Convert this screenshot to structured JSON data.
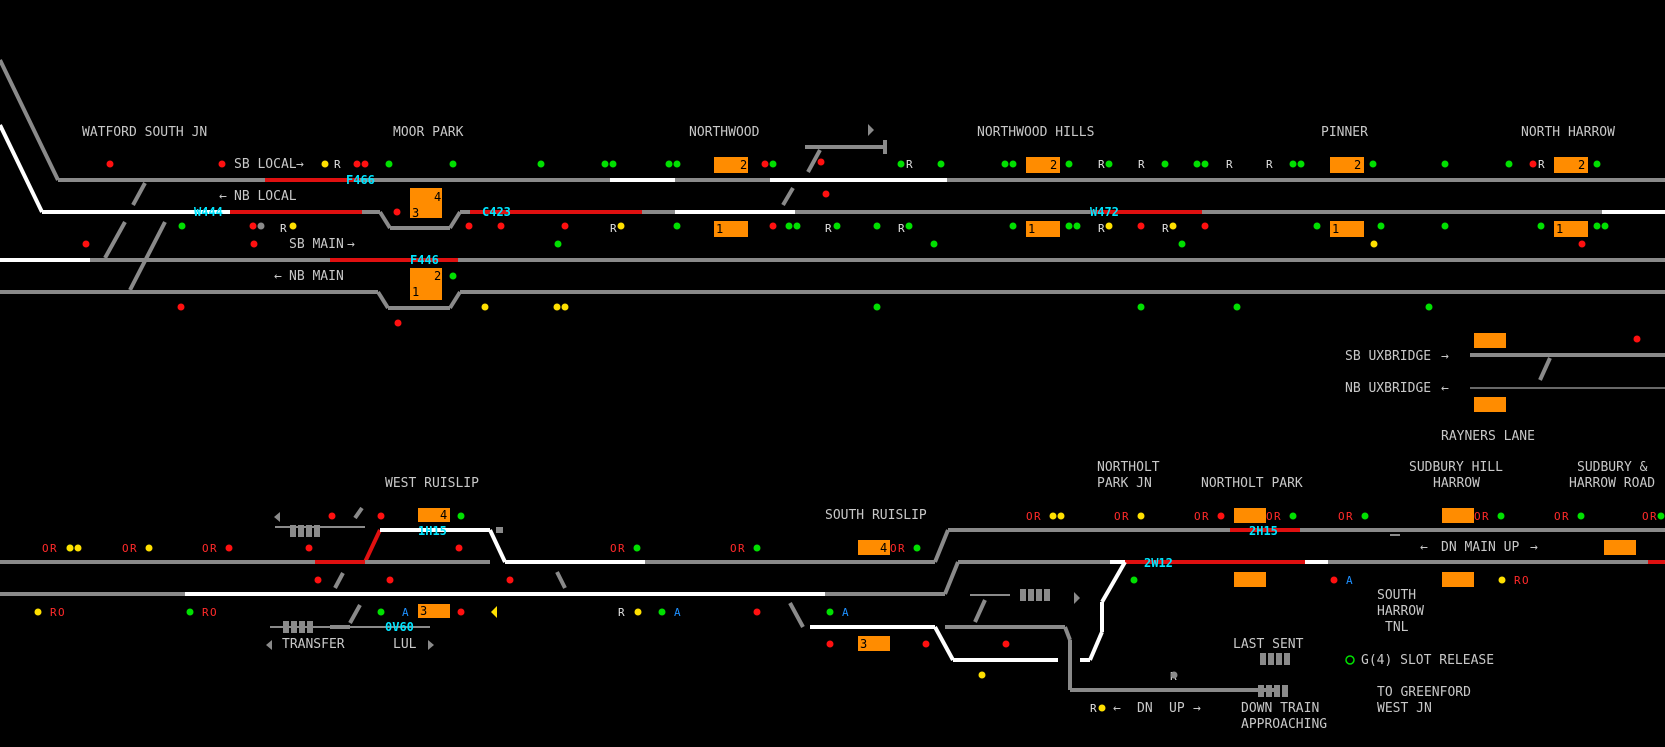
{
  "colors": {
    "background": "#000000",
    "track_idle": "#8a8a8a",
    "track_route_set": "#ffffff",
    "track_occupied": "#e01010",
    "berth_text": "#00e5ff",
    "platform": "#ff8c00",
    "signal_red": "#ff1010",
    "signal_green": "#00e000",
    "signal_yellow": "#ffe000",
    "label": "#c8c8c8"
  },
  "stations": [
    {
      "id": "watford-south-jn",
      "label": "WATFORD SOUTH JN"
    },
    {
      "id": "moor-park",
      "label": "MOOR PARK"
    },
    {
      "id": "northwood",
      "label": "NORTHWOOD"
    },
    {
      "id": "northwood-hills",
      "label": "NORTHWOOD HILLS"
    },
    {
      "id": "pinner",
      "label": "PINNER"
    },
    {
      "id": "north-harrow",
      "label": "NORTH HARROW"
    },
    {
      "id": "rayners-lane",
      "label": "RAYNERS LANE"
    },
    {
      "id": "west-ruislip",
      "label": "WEST RUISLIP"
    },
    {
      "id": "south-ruislip",
      "label": "SOUTH RUISLIP"
    },
    {
      "id": "northolt-park-jn-1",
      "label": "NORTHOLT"
    },
    {
      "id": "northolt-park-jn-2",
      "label": "PARK JN"
    },
    {
      "id": "northolt-park",
      "label": "NORTHOLT PARK"
    },
    {
      "id": "sudbury-hill-1",
      "label": "SUDBURY HILL"
    },
    {
      "id": "sudbury-hill-2",
      "label": "HARROW"
    },
    {
      "id": "sudbury-harrow-road-1",
      "label": "SUDBURY &"
    },
    {
      "id": "sudbury-harrow-road-2",
      "label": "HARROW ROAD"
    },
    {
      "id": "south-harrow-tnl-1",
      "label": "SOUTH"
    },
    {
      "id": "south-harrow-tnl-2",
      "label": "HARROW"
    },
    {
      "id": "south-harrow-tnl-3",
      "label": "TNL"
    }
  ],
  "line_labels": {
    "sb_local": "SB LOCAL",
    "nb_local": "NB LOCAL",
    "sb_main": "SB MAIN",
    "nb_main": "NB MAIN",
    "sb_uxbridge": "SB UXBRIDGE",
    "nb_uxbridge": "NB UXBRIDGE",
    "dn_main_up": "DN MAIN UP",
    "transfer": "TRANSFER",
    "lul": "LUL",
    "last_sent": "LAST SENT",
    "slot_release": "G(4) SLOT RELEASE",
    "to_greenford_1": "TO GREENFORD",
    "to_greenford_2": "WEST JN",
    "dn": "DN",
    "up": "UP",
    "down_train_1": "DOWN TRAIN",
    "down_train_2": "APPROACHING"
  },
  "berths": [
    {
      "id": "F466",
      "label": "F466"
    },
    {
      "id": "W444",
      "label": "W444"
    },
    {
      "id": "C423",
      "label": "C423"
    },
    {
      "id": "W472",
      "label": "W472"
    },
    {
      "id": "F446",
      "label": "F446"
    },
    {
      "id": "1H15",
      "label": "1H15"
    },
    {
      "id": "0V60",
      "label": "0V60"
    },
    {
      "id": "2H15",
      "label": "2H15"
    },
    {
      "id": "2W12",
      "label": "2W12"
    }
  ],
  "platform_numbers": {
    "moor_park_4": "4",
    "moor_park_3": "3",
    "moor_park_2": "2",
    "moor_park_1": "1",
    "northwood_2": "2",
    "northwood_1": "1",
    "northwood_hills_2": "2",
    "northwood_hills_1": "1",
    "pinner_2": "2",
    "pinner_1": "1",
    "north_harrow_2": "2",
    "north_harrow_1": "1",
    "west_ruislip_4": "4",
    "west_ruislip_3": "3",
    "south_ruislip_4": "4",
    "south_ruislip_3": "3"
  },
  "markers": {
    "r": "R",
    "o": "O",
    "a": "A"
  },
  "icons": [
    "arrow-left-icon",
    "arrow-right-icon",
    "arrow-up-left-icon",
    "slot-release-circle-icon",
    "signal-head-icon",
    "buffer-stop-icon"
  ]
}
